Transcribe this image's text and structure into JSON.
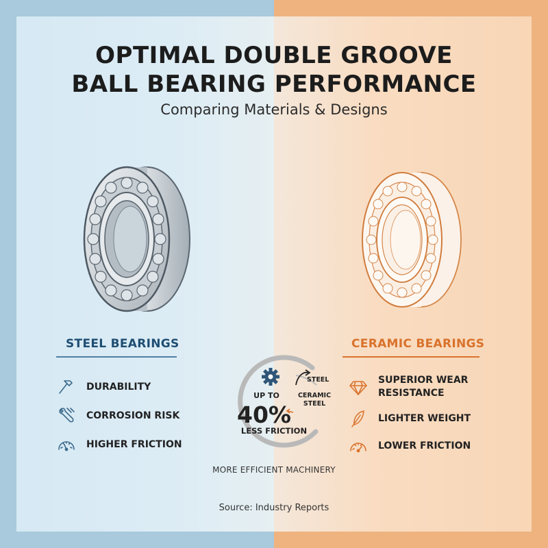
{
  "title_line1": "OPTIMAL DOUBLE GROOVE",
  "title_line2": "BALL BEARING PERFORMANCE",
  "subtitle": "Comparing Materials & Designs",
  "steel": {
    "heading": "STEEL BEARINGS",
    "accent_color": "#1f4e73",
    "features": [
      {
        "label": "DURABILITY",
        "icon": "hammer-icon"
      },
      {
        "label": "CORROSION RISK",
        "icon": "corroded-wrench-icon"
      },
      {
        "label": "HIGHER FRICTION",
        "icon": "gauge-icon"
      }
    ]
  },
  "ceramic": {
    "heading": "CERAMIC BEARINGS",
    "accent_color": "#d9722c",
    "features": [
      {
        "label_line1": "SUPERIOR WEAR",
        "label_line2": "RESISTANCE",
        "icon": "diamond-icon"
      },
      {
        "label": "LIGHTER WEIGHT",
        "icon": "feather-icon"
      },
      {
        "label": "LOWER FRICTION",
        "icon": "speedometer-icon"
      }
    ]
  },
  "center": {
    "up_to": "UP TO",
    "percent": "40%",
    "less_friction": "LESS FRICTION",
    "steel_label": "STEEL",
    "ceramic_line1": "CERAMIC",
    "ceramic_line2": "STEEL",
    "icon": "gear-icon"
  },
  "footer": {
    "machinery": "MORE EFFICIENT MACHINERY",
    "source": "Source: Industry Reports"
  }
}
